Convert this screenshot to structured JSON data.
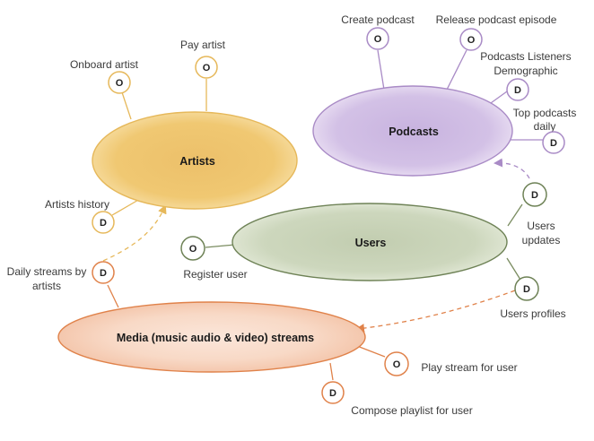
{
  "colors": {
    "artists": "#e6b85a",
    "podcasts": "#a98bc6",
    "users": "#8ea174",
    "media": "#e0824a"
  },
  "domains": {
    "artists": "Artists",
    "podcasts": "Podcasts",
    "users": "Users",
    "media": "Media (music audio & video) streams"
  },
  "nodes": {
    "create_podcast": {
      "badge": "O",
      "label": "Create podcast"
    },
    "release_podcast_episode": {
      "badge": "O",
      "label": "Release podcast episode"
    },
    "podcasts_listeners_demographic": {
      "badge": "D",
      "label_1": "Podcasts Listeners",
      "label_2": "Demographic"
    },
    "top_podcasts_daily": {
      "badge": "D",
      "label_1": "Top podcasts",
      "label_2": "daily"
    },
    "onboard_artist": {
      "badge": "O",
      "label": "Onboard artist"
    },
    "pay_artist": {
      "badge": "O",
      "label": "Pay artist"
    },
    "artists_history": {
      "badge": "D",
      "label": "Artists history"
    },
    "register_user": {
      "badge": "O",
      "label": "Register user"
    },
    "users_updates": {
      "badge": "D",
      "label_1": "Users",
      "label_2": "updates"
    },
    "users_profiles": {
      "badge": "D",
      "label": "Users profiles"
    },
    "daily_streams_by_artists": {
      "badge": "D",
      "label_1": "Daily streams by",
      "label_2": "artists"
    },
    "play_stream_for_user": {
      "badge": "O",
      "label": "Play stream for user"
    },
    "compose_playlist_for_user": {
      "badge": "D",
      "label": "Compose playlist for user"
    }
  }
}
